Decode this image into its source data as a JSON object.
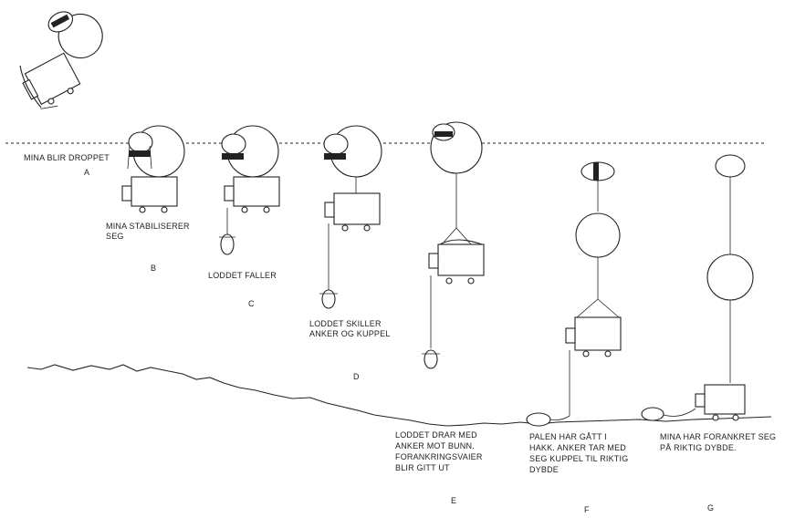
{
  "stages": [
    {
      "letter": "A",
      "caption": [
        "MINA BLIR DROPPET"
      ]
    },
    {
      "letter": "B",
      "caption": [
        "MINA STABILISERER",
        "SEG"
      ]
    },
    {
      "letter": "C",
      "caption": [
        "LODDET FALLER"
      ]
    },
    {
      "letter": "D",
      "caption": [
        "LODDET SKILLER",
        "ANKER OG KUPPEL"
      ]
    },
    {
      "letter": "E",
      "caption": [
        "LODDET DRAR MED",
        "ANKER MOT BUNN.",
        "FORANKRINGSVAIER",
        "BLIR GITT UT"
      ]
    },
    {
      "letter": "F",
      "caption": [
        "PALEN HAR GÅTT I",
        "HAKK. ANKER TAR MED",
        "SEG KUPPEL TIL RIKTIG",
        "DYBDE"
      ]
    },
    {
      "letter": "G",
      "caption": [
        "MINA HAR FORANKRET SEG",
        "PÅ RIKTIG DYBDE."
      ]
    }
  ]
}
